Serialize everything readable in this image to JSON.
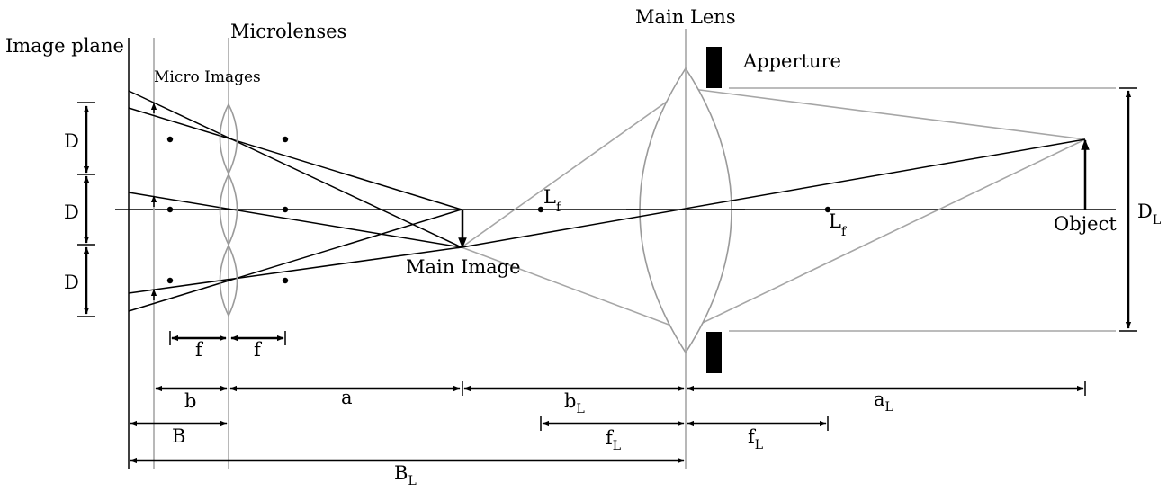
{
  "labels": {
    "image_plane": "Image plane",
    "microlenses": "Microlenses",
    "micro_images": "Micro Images",
    "main_lens": "Main Lens",
    "apperture": "Apperture",
    "main_image": "Main Image",
    "object": "Object",
    "focal_point": {
      "base": "L",
      "sub": "f"
    },
    "lens_diameter": {
      "base": "D",
      "sub": "L"
    },
    "microlens_spacing": [
      "D",
      "D",
      "D"
    ]
  },
  "dimensions": {
    "f_left": "f",
    "f_right": "f",
    "b": "b",
    "a": "a",
    "B": "B",
    "bL": {
      "base": "b",
      "sub": "L"
    },
    "aL": {
      "base": "a",
      "sub": "L"
    },
    "fL_left": {
      "base": "f",
      "sub": "L"
    },
    "fL_right": {
      "base": "f",
      "sub": "L"
    },
    "BL": {
      "base": "B",
      "sub": "L"
    }
  }
}
